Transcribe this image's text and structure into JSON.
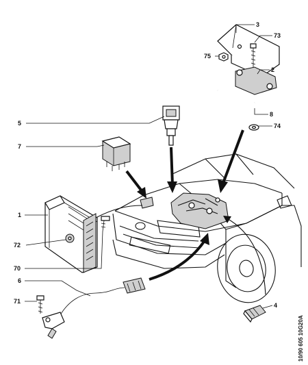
{
  "figure": {
    "reference": "10/90 605 10G20A",
    "callouts": [
      {
        "id": "c1",
        "text": "1"
      },
      {
        "id": "c2",
        "text": "2"
      },
      {
        "id": "c3",
        "text": "3"
      },
      {
        "id": "c4",
        "text": "4"
      },
      {
        "id": "c5",
        "text": "5"
      },
      {
        "id": "c6",
        "text": "6"
      },
      {
        "id": "c7",
        "text": "7"
      },
      {
        "id": "c8",
        "text": "8"
      },
      {
        "id": "c70",
        "text": "70"
      },
      {
        "id": "c71",
        "text": "71"
      },
      {
        "id": "c72",
        "text": "72"
      },
      {
        "id": "c73",
        "text": "73"
      },
      {
        "id": "c74",
        "text": "74"
      },
      {
        "id": "c75",
        "text": "75"
      }
    ]
  }
}
